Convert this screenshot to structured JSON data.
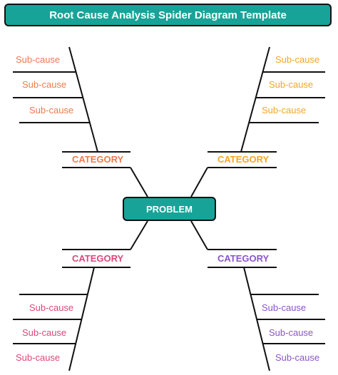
{
  "title": "Root Cause Analysis Spider Diagram Template",
  "problem": "PROBLEM",
  "colors": {
    "teal": "#17a398",
    "orange_coral": "#f07a4c",
    "amber": "#f5a623",
    "pink": "#e0457b",
    "purple": "#8a55c9"
  },
  "branches": {
    "top_left": {
      "category": "CATEGORY",
      "subcauses": [
        "Sub-cause",
        "Sub-cause",
        "Sub-cause"
      ]
    },
    "top_right": {
      "category": "CATEGORY",
      "subcauses": [
        "Sub-cause",
        "Sub-cause",
        "Sub-cause"
      ]
    },
    "bottom_left": {
      "category": "CATEGORY",
      "subcauses": [
        "Sub-cause",
        "Sub-cause",
        "Sub-cause"
      ]
    },
    "bottom_right": {
      "category": "CATEGORY",
      "subcauses": [
        "Sub-cause",
        "Sub-cause",
        "Sub-cause"
      ]
    }
  }
}
